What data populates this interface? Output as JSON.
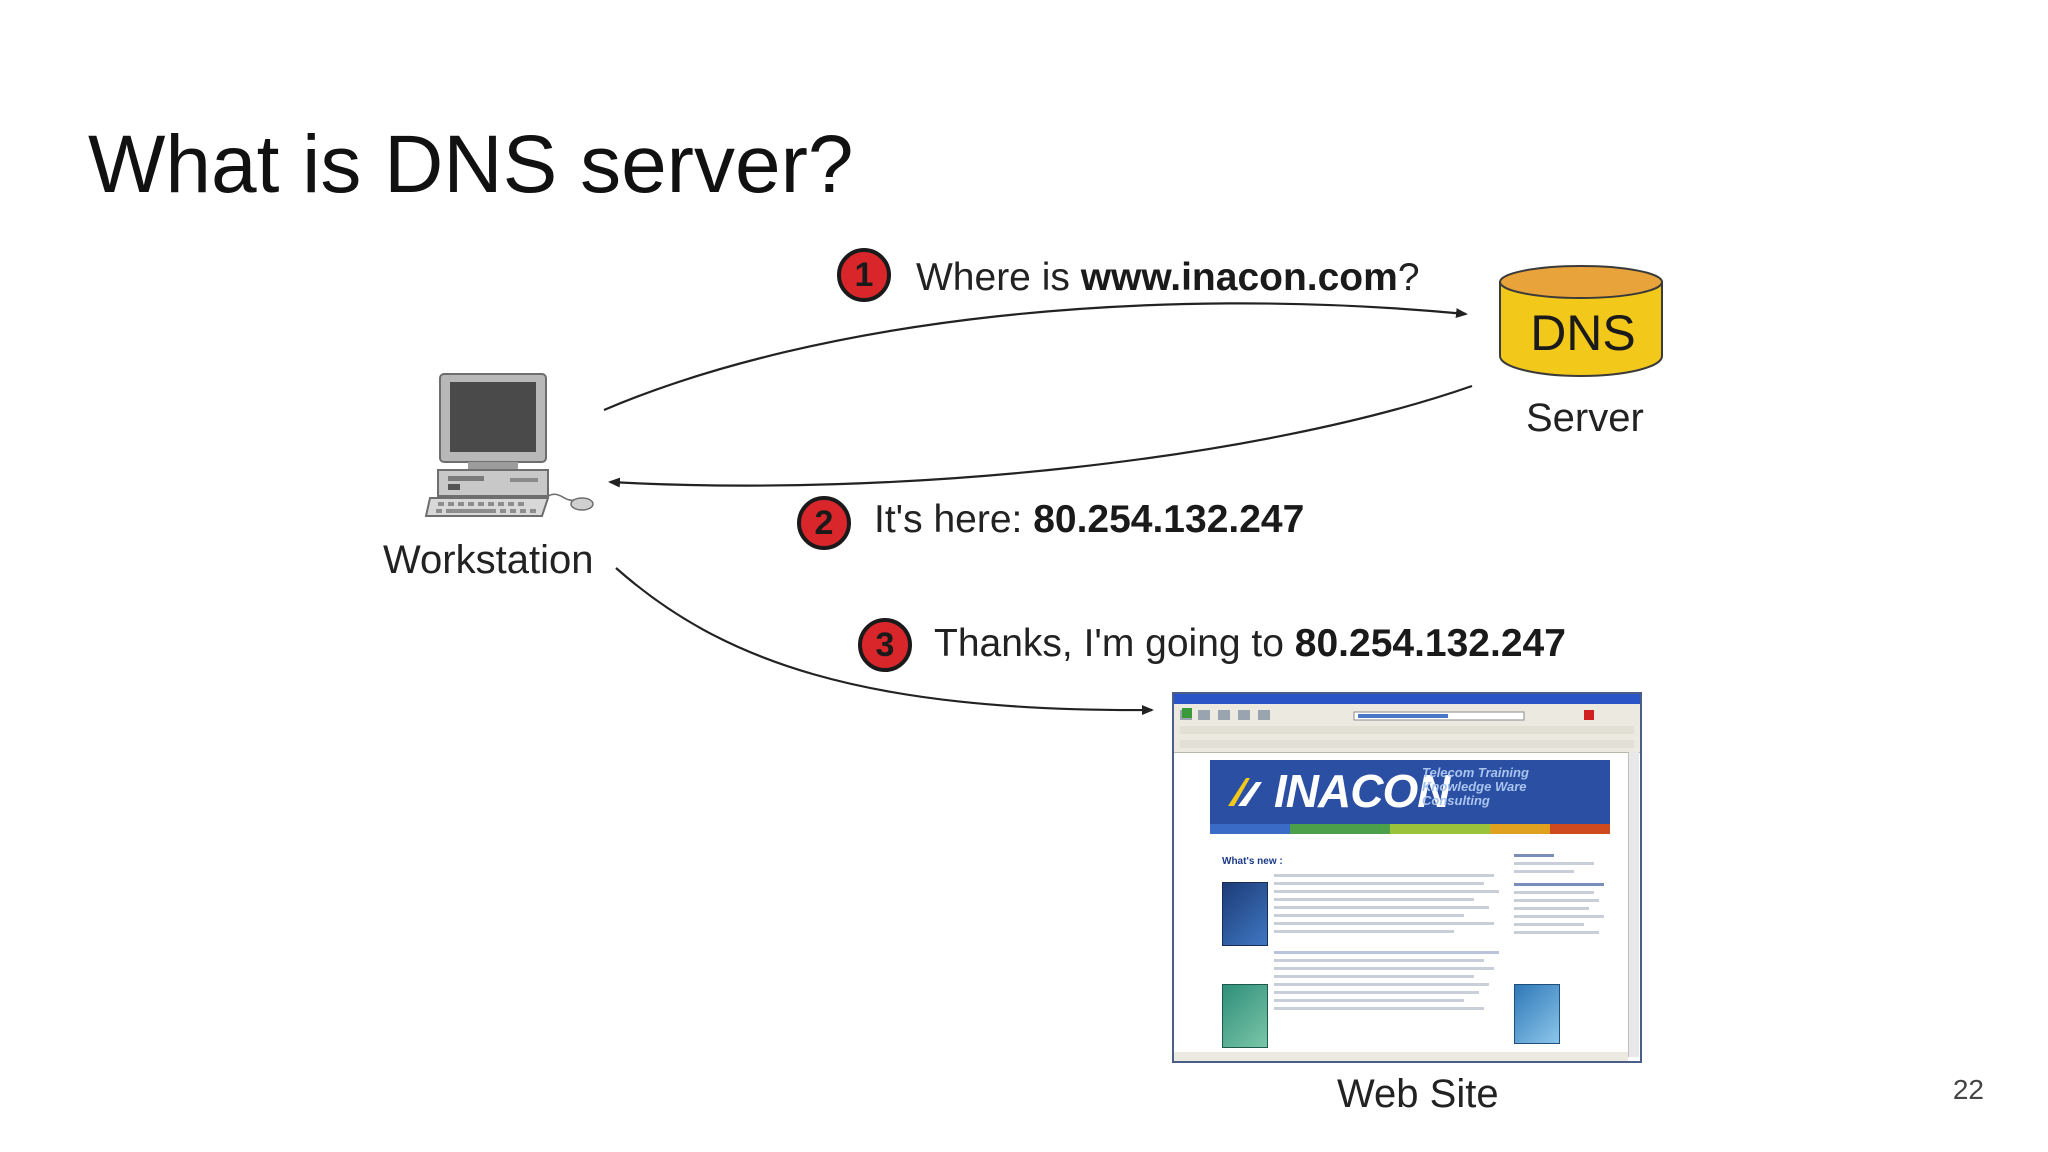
{
  "slide": {
    "title": "What is DNS server?",
    "page_number": "22"
  },
  "nodes": {
    "workstation_label": "Workstation",
    "dns_label": "DNS",
    "server_label": "Server",
    "website_label": "Web Site"
  },
  "steps": [
    {
      "number": "1",
      "text_plain": "Where is ",
      "text_bold": "www.inacon.com",
      "text_after": "?"
    },
    {
      "number": "2",
      "text_plain": "It's here: ",
      "text_bold": "80.254.132.247",
      "text_after": ""
    },
    {
      "number": "3",
      "text_plain": "Thanks, I'm going to ",
      "text_bold": "80.254.132.247",
      "text_after": ""
    }
  ],
  "website_screenshot": {
    "logo_text": "INACON",
    "tagline": [
      "Telecom Training",
      "Knowledge Ware",
      "Consulting"
    ],
    "heading": "What's new :"
  },
  "colors": {
    "badge_red": "#d8262b",
    "dns_yellow": "#f2c81a",
    "dns_rim": "#e8a33a"
  }
}
